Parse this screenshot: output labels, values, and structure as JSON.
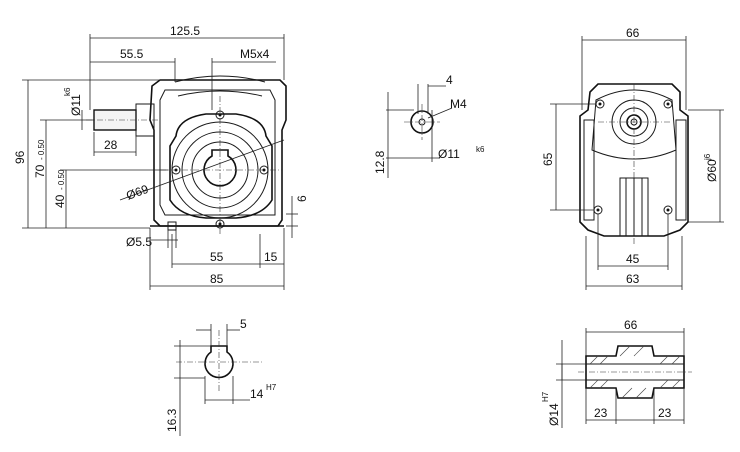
{
  "front": {
    "width_top": "125.5",
    "shaft_offset": "55.5",
    "thread": "M5x4",
    "height": "96",
    "h70": "70",
    "tol70": "- 0.50",
    "h40": "40",
    "tol40": "- 0.50",
    "shaft_dia": "Ø11",
    "shaft_tol": "k6",
    "shaft_len": "28",
    "bore": "Ø69",
    "base_h": "6",
    "hole_dia": "Ø5.5",
    "d55": "55",
    "d15": "15",
    "d85": "85"
  },
  "shaft_detail": {
    "key_w": "4",
    "thread": "M4",
    "h12": "12.8",
    "dia": "Ø11",
    "dia_tol": "k6"
  },
  "side": {
    "width": "66",
    "h65": "65",
    "flange_dia": "Ø60",
    "flange_tol": "j6",
    "d45": "45",
    "d63": "63"
  },
  "bore_detail": {
    "key_w": "5",
    "h16": "16.3",
    "dia": "14",
    "dia_tol": "H7"
  },
  "hollow_shaft": {
    "length": "66",
    "dia": "Ø14",
    "dia_tol": "H7",
    "left": "23",
    "right": "23"
  }
}
